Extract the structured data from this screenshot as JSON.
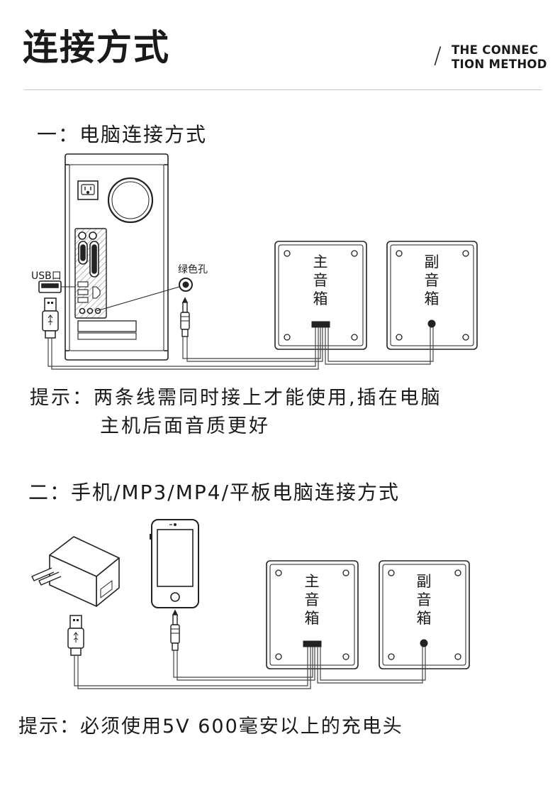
{
  "header": {
    "title": "连接方式",
    "subtitle_line1": "THE CONNEC",
    "subtitle_line2": "TION METHOD",
    "slash": "/"
  },
  "section1": {
    "heading": "一：电脑连接方式",
    "usb_label": "USB口",
    "green_port_label": "绿色孔",
    "main_speaker": [
      "主",
      "音",
      "箱"
    ],
    "sub_speaker": [
      "副",
      "音",
      "箱"
    ],
    "tip_line1": "提示：两条线需同时接上才能使用,插在电脑",
    "tip_line2": "主机后面音质更好"
  },
  "section2": {
    "heading": "二：手机/MP3/MP4/平板电脑连接方式",
    "main_speaker": [
      "主",
      "音",
      "箱"
    ],
    "sub_speaker": [
      "副",
      "音",
      "箱"
    ],
    "tip": "提示：必须使用5V 600毫安以上的充电头"
  }
}
